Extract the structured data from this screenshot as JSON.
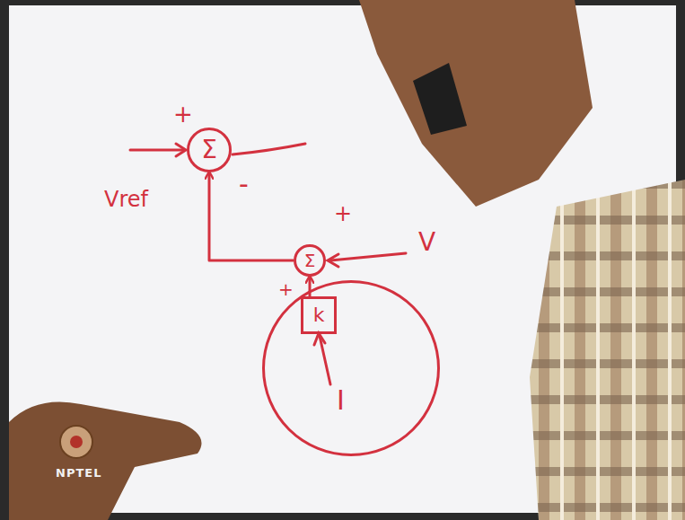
{
  "diagram": {
    "nodes": [
      {
        "text": [
          "Σ"
        ]
      },
      {
        "text": [
          "Σ"
        ]
      },
      {
        "text": [
          "I"
        ]
      },
      {
        "text": [
          "k"
        ],
        "in": 2
      }
    ],
    "edges": [
      {
        "from": 1,
        "to": 0,
        "arrow": "to"
      },
      {
        "from": 3,
        "to": 1,
        "arrow": "to"
      }
    ],
    "labels": [
      "+",
      "-",
      "Vref",
      "+",
      "V",
      "+",
      "NPTEL"
    ]
  }
}
